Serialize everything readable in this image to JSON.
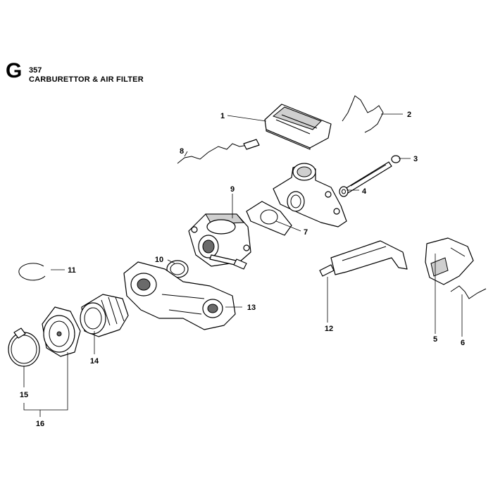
{
  "header": {
    "section_letter": "G",
    "model": "357",
    "title": "CARBURETTOR & AIR FILTER"
  },
  "callouts": [
    "1",
    "2",
    "3",
    "4",
    "5",
    "6",
    "7",
    "8",
    "9",
    "10",
    "11",
    "12",
    "13",
    "14",
    "15",
    "16"
  ]
}
